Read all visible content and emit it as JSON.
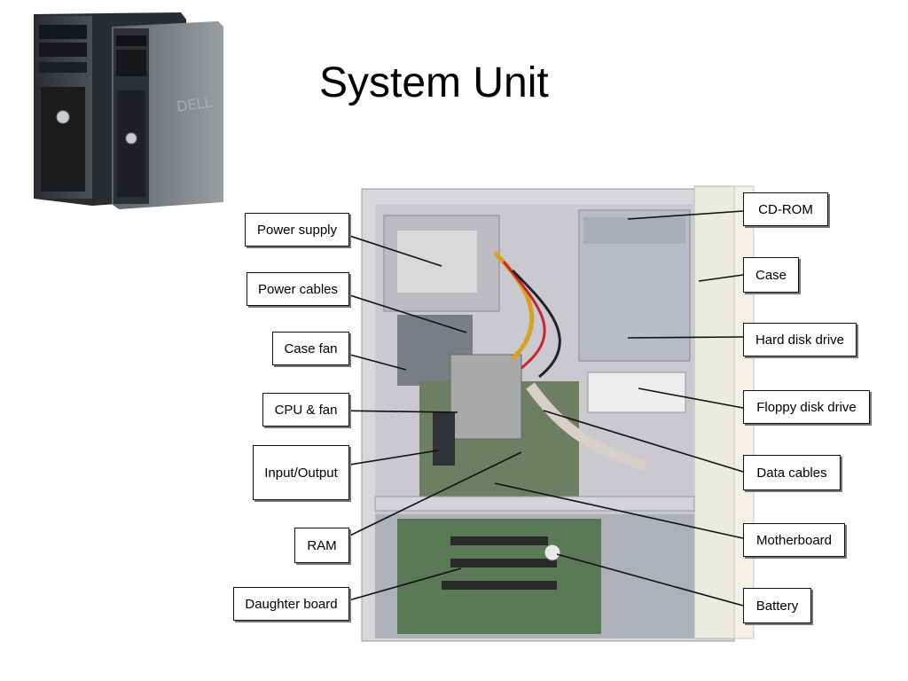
{
  "slide": {
    "title": "System Unit"
  },
  "tower_image": {
    "brand_mark": "DELL"
  },
  "diagram": {
    "labels": {
      "power_supply": "Power supply",
      "power_cables": "Power cables",
      "case_fan": "Case fan",
      "cpu_fan": "CPU & fan",
      "input_output": "Input/Output",
      "ram": "RAM",
      "daughter_board": "Daughter board",
      "cd_rom": "CD-ROM",
      "case": "Case",
      "hard_disk_drive": "Hard disk drive",
      "floppy_disk_drive": "Floppy disk drive",
      "data_cables": "Data cables",
      "motherboard": "Motherboard",
      "battery": "Battery"
    }
  }
}
